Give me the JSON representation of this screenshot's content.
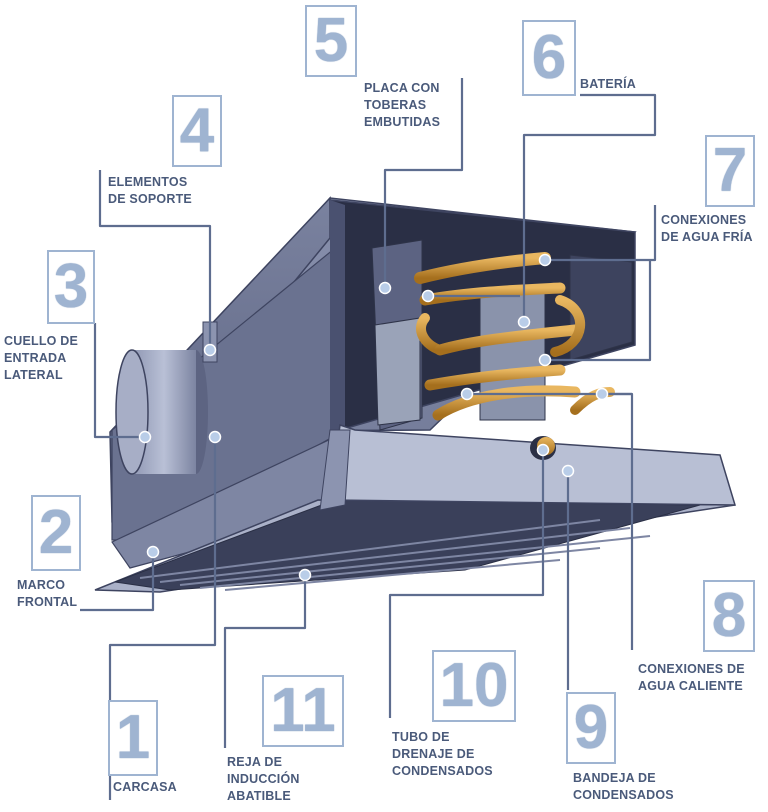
{
  "colors": {
    "leader": "#5e6d8f",
    "number_box": "#9fb4d1",
    "label_text": "#4a5a7a",
    "casing": "#7d85a2",
    "casing_dark": "#4e5573",
    "coil_copper": "#c98f2e",
    "dot": "#b9cde8"
  },
  "callouts": [
    {
      "number": "1",
      "lines": [
        "CARCASA"
      ]
    },
    {
      "number": "2",
      "lines": [
        "MARCO",
        "FRONTAL"
      ]
    },
    {
      "number": "3",
      "lines": [
        "CUELLO DE",
        "ENTRADA",
        "LATERAL"
      ]
    },
    {
      "number": "4",
      "lines": [
        "ELEMENTOS",
        "DE SOPORTE"
      ]
    },
    {
      "number": "5",
      "lines": [
        "PLACA CON",
        "TOBERAS",
        "EMBUTIDAS"
      ]
    },
    {
      "number": "6",
      "lines": [
        "BATERÍA"
      ]
    },
    {
      "number": "7",
      "lines": [
        "CONEXIONES",
        "DE AGUA FRÍA"
      ]
    },
    {
      "number": "8",
      "lines": [
        "CONEXIONES DE",
        "AGUA CALIENTE"
      ]
    },
    {
      "number": "9",
      "lines": [
        "BANDEJA DE",
        "CONDENSADOS"
      ]
    },
    {
      "number": "10",
      "lines": [
        "TUBO DE",
        "DRENAJE DE",
        "CONDENSADOS"
      ]
    },
    {
      "number": "11",
      "lines": [
        "REJA DE",
        "INDUCCIÓN",
        "ABATIBLE"
      ]
    }
  ]
}
